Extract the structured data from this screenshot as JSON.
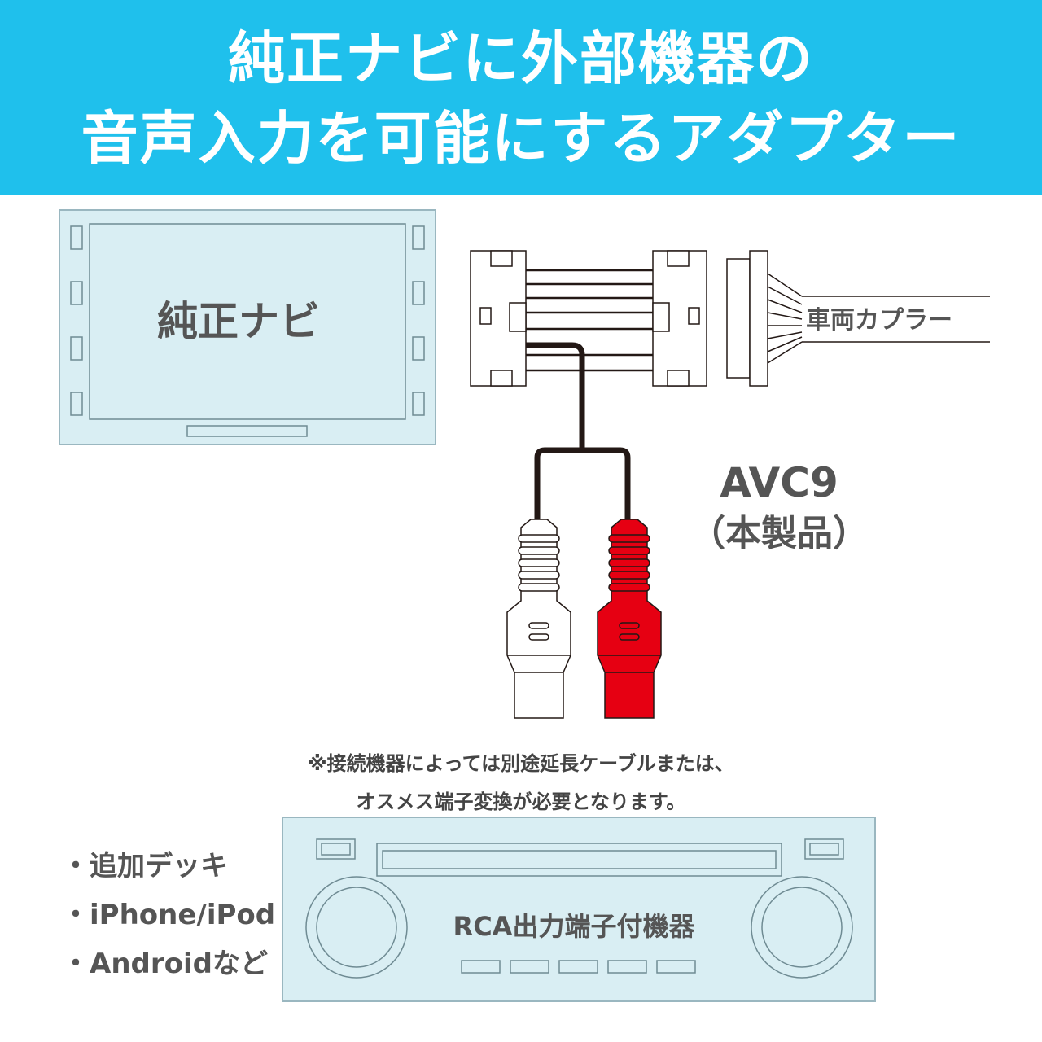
{
  "header": {
    "line1": "純正ナビに外部機器の",
    "line2": "音声入力を可能にするアダプター"
  },
  "diagram": {
    "navi_label": "純正ナビ",
    "coupler_label": "車両カプラー",
    "product_name": "AVC9",
    "product_sub": "（本製品）",
    "note_line1": "※接続機器によっては別途延長ケーブルまたは、",
    "note_line2": "オスメス端子変換が必要となります。",
    "device_label": "RCA出力端子付機器",
    "device_list": [
      "・追加デッキ",
      "・iPhone/iPod",
      "・Androidなど"
    ]
  },
  "colors": {
    "banner": "#1fc0ec",
    "panel_fill": "#d9eef3",
    "rca_white": "#ffffff",
    "rca_red": "#e60012",
    "cable": "#231815"
  }
}
